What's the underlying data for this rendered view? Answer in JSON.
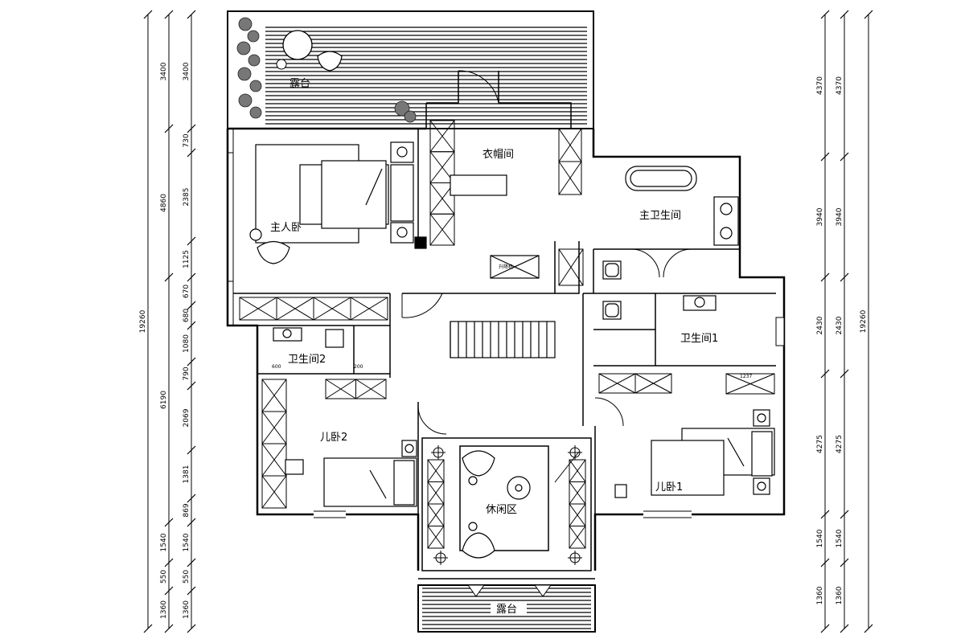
{
  "rooms": {
    "terrace_top": "露台",
    "walk_in_closet": "衣帽间",
    "master_bedroom": "主人卧",
    "master_bathroom": "主卫生间",
    "bathroom_1": "卫生间1",
    "bathroom_2": "卫生间2",
    "kids_bedroom_2": "儿卧2",
    "kids_bedroom_1": "儿卧1",
    "leisure_area": "休闲区",
    "terrace_bottom": "露台"
  },
  "dimensions": {
    "left_inner": [
      "3400",
      "730",
      "2385",
      "1125",
      "670",
      "680",
      "1080",
      "790",
      "2069",
      "1381",
      "869",
      "1540",
      "550",
      "1360"
    ],
    "left_outer": [
      "3400",
      "4860",
      "6190",
      "1540",
      "550",
      "1360"
    ],
    "left_total": "19260",
    "right_segments": [
      "4370",
      "3940",
      "2430",
      "4275",
      "1540",
      "1360"
    ],
    "right_total": "19260"
  },
  "small_tags": {
    "shaft": "升降机",
    "dim_a": "600",
    "dim_b": "200",
    "dim_c": "1237"
  }
}
